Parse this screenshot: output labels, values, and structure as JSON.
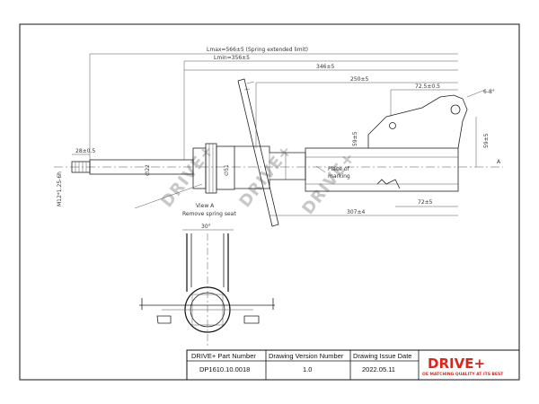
{
  "dimensions": {
    "lmax": "Lmax=566±5 (Spring extended limit)",
    "lmin": "Lmin=356±5",
    "d346": "346±5",
    "d250": "250±5",
    "d725": "72.5±0.5",
    "angle": "6-8°",
    "d28": "28±0.5",
    "m12": "M12*1.25-6h",
    "d22": "∅22",
    "d51": "∅51",
    "d7295": "72±5",
    "d307": "307±4",
    "d59": "59±5",
    "d30": "30°",
    "place": "Place of",
    "marking": "marking",
    "axis": "A"
  },
  "view": {
    "label": "View A",
    "note": "Remove spring seat"
  },
  "watermark": "DRIVE+",
  "title_block": {
    "headers": [
      "DRIVE+ Part Number",
      "Drawing Version  Number",
      "Drawing Issue Date"
    ],
    "values": [
      "DP1610.10.0018",
      "1.0",
      "2022.05.11"
    ]
  },
  "logo": {
    "text": "DRIVE+",
    "tagline": "OE MATCHING QUALITY AT ITS BEST",
    "color": "#e2231a"
  }
}
